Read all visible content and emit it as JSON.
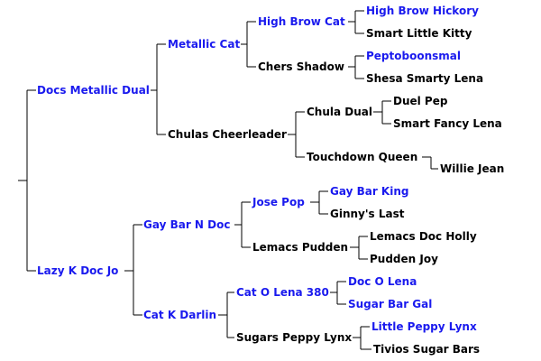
{
  "colors": {
    "linked": "#1a1aee",
    "plain": "#000000",
    "lines": "#000000",
    "background": "#ffffff"
  },
  "pedigree": {
    "sire": {
      "name": "Docs Metallic Dual",
      "linked": true,
      "sire": {
        "name": "Metallic Cat",
        "linked": true,
        "sire": {
          "name": "High Brow Cat",
          "linked": true,
          "sire": {
            "name": "High Brow Hickory",
            "linked": true
          },
          "dam": {
            "name": "Smart Little Kitty",
            "linked": false
          }
        },
        "dam": {
          "name": "Chers Shadow",
          "linked": false,
          "sire": {
            "name": "Peptoboonsmal",
            "linked": true
          },
          "dam": {
            "name": "Shesa Smarty Lena",
            "linked": false
          }
        }
      },
      "dam": {
        "name": "Chulas Cheerleader",
        "linked": false,
        "sire": {
          "name": "Chula Dual",
          "linked": false,
          "sire": {
            "name": "Duel Pep",
            "linked": false
          },
          "dam": {
            "name": "Smart Fancy Lena",
            "linked": false
          }
        },
        "dam": {
          "name": "Touchdown Queen",
          "linked": false,
          "dam": {
            "name": "Willie Jean",
            "linked": false
          }
        }
      }
    },
    "dam": {
      "name": "Lazy K Doc Jo",
      "linked": true,
      "sire": {
        "name": "Gay Bar N Doc",
        "linked": true,
        "sire": {
          "name": "Jose Pop",
          "linked": true,
          "sire": {
            "name": "Gay Bar King",
            "linked": true
          },
          "dam": {
            "name": "Ginny's Last",
            "linked": false
          }
        },
        "dam": {
          "name": "Lemacs Pudden",
          "linked": false,
          "sire": {
            "name": "Lemacs Doc Holly",
            "linked": false
          },
          "dam": {
            "name": "Pudden Joy",
            "linked": false
          }
        }
      },
      "dam": {
        "name": "Cat K Darlin",
        "linked": true,
        "sire": {
          "name": "Cat O Lena 380",
          "linked": true,
          "sire": {
            "name": "Doc O Lena",
            "linked": true
          },
          "dam": {
            "name": "Sugar Bar Gal",
            "linked": true
          }
        },
        "dam": {
          "name": "Sugars Peppy Lynx",
          "linked": false,
          "sire": {
            "name": "Little Peppy Lynx",
            "linked": true
          },
          "dam": {
            "name": "Tivios Sugar Bars",
            "linked": false
          }
        }
      }
    }
  }
}
